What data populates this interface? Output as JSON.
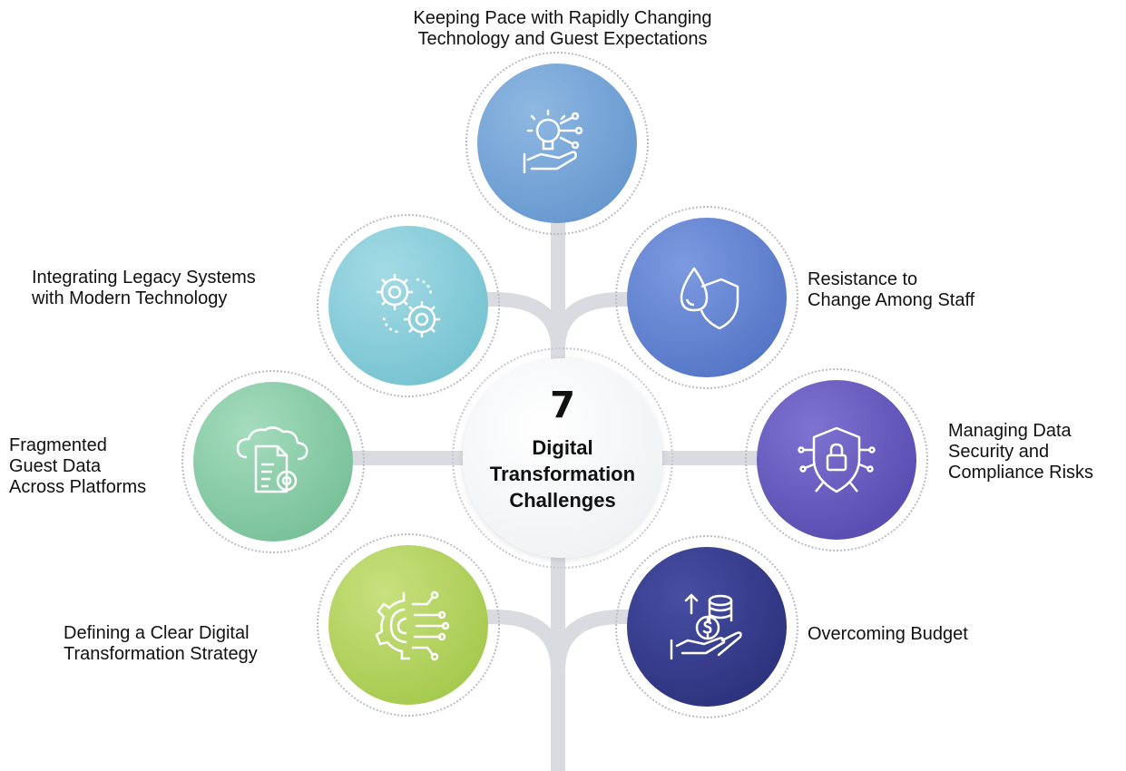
{
  "center": {
    "number": "7",
    "title_lines": "Digital\nTransformation\nChallenges"
  },
  "nodes": [
    {
      "id": "keeping-pace",
      "label": "Keeping Pace with Rapidly Changing\nTechnology and Guest Expectations",
      "color": "#6f9fd2",
      "icon": "innovation-bulb-icon"
    },
    {
      "id": "legacy-systems",
      "label": "Integrating Legacy Systems\nwith Modern Technology",
      "color": "#7cc6d4",
      "icon": "gears-icon"
    },
    {
      "id": "resistance",
      "label": "Resistance to\nChange Among Staff",
      "color": "#5879c9",
      "icon": "drop-shield-icon"
    },
    {
      "id": "fragmented-data",
      "label": "Fragmented\nGuest Data\nAcross Platforms",
      "color": "#7bc59b",
      "icon": "cloud-document-icon"
    },
    {
      "id": "data-security",
      "label": "Managing Data\nSecurity and\nCompliance Risks",
      "color": "#5a4bb3",
      "icon": "lock-shield-icon"
    },
    {
      "id": "digital-strategy",
      "label": "Defining a Clear Digital\nTransformation Strategy",
      "color": "#a9cd56",
      "icon": "gear-circuit-icon"
    },
    {
      "id": "budget",
      "label": "Overcoming Budget",
      "color": "#2f3585",
      "icon": "hand-coins-icon"
    }
  ]
}
